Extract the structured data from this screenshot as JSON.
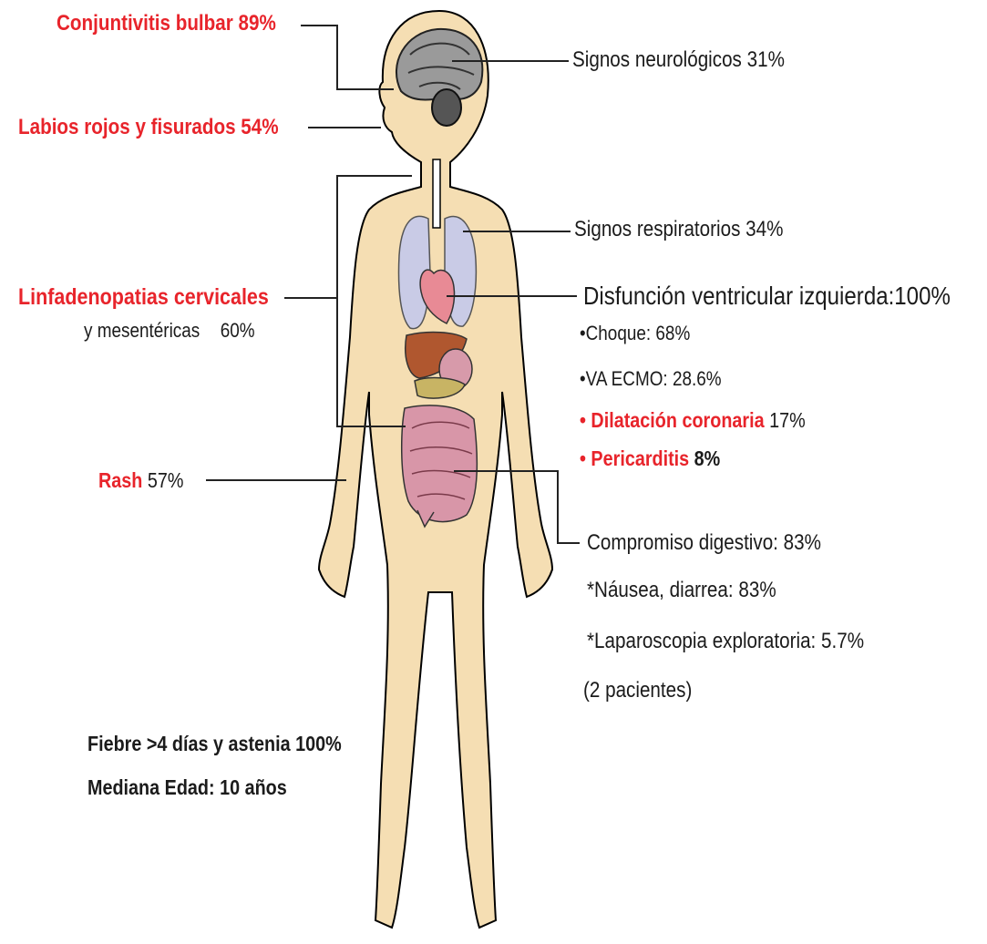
{
  "colors": {
    "accent_red": "#e8242b",
    "text": "#1b1b1b",
    "skin": "#f5deb3",
    "lungs": "#c9cbe6",
    "heart": "#e88a95",
    "liver": "#b0572f",
    "intestines": "#d896a8"
  },
  "labels": {
    "conjuntivitis": {
      "name": "Conjuntivitis  bulbar",
      "value": "89%"
    },
    "labios": {
      "name": "Labios rojos y  fisurados",
      "value": "54%"
    },
    "linfadenopatias": {
      "name": "Linfadenopatias cervicales",
      "line2": "y  mesentéricas",
      "value": "60%"
    },
    "rash": {
      "name": "Rash",
      "value": "57%"
    },
    "neuro": "Signos neurológicos 31%",
    "respiratorios": "Signos respiratorios 34%",
    "cardiaco": {
      "title": "Disfunción ventricular izquierda:100%",
      "items": [
        {
          "bullet": "•",
          "text": "Choque: 68%"
        },
        {
          "bullet": "•",
          "text": "VA ECMO: 28.6%"
        },
        {
          "bullet": "•",
          "text": "Dilatación coronaria",
          "value": "17%"
        },
        {
          "bullet": "•",
          "text": "Pericarditis",
          "value": "8%"
        }
      ]
    },
    "digestivo": {
      "title": "Compromiso digestivo: 83%",
      "lines": [
        "*Náusea, diarrea: 83%",
        "*Laparoscopia exploratoria: 5.7%",
        "(2 pacientes)"
      ]
    },
    "fiebre": "Fiebre >4 días y astenia 100%",
    "edad": "Mediana Edad: 10 años"
  }
}
